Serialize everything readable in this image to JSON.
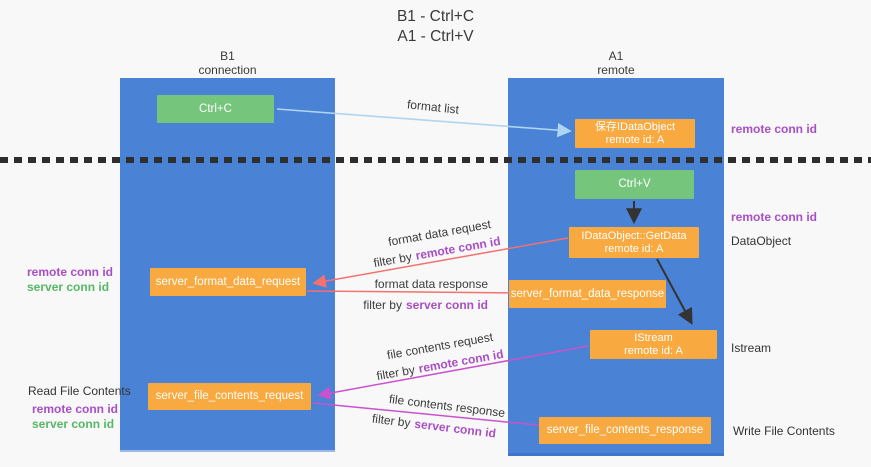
{
  "title": {
    "line1": "B1 - Ctrl+C",
    "line2": "A1 - Ctrl+V"
  },
  "lifelines": {
    "left": {
      "name": "B1",
      "role": "connection"
    },
    "right": {
      "name": "A1",
      "role": "remote"
    }
  },
  "boxes": {
    "ctrl_c": "Ctrl+C",
    "save_idataobject": {
      "line1": "保存IDataObject",
      "line2": "remote id: A"
    },
    "ctrl_v": "Ctrl+V",
    "getdata": {
      "line1": "IDataObject::GetData",
      "line2": "remote id: A"
    },
    "server_format_data_request": "server_format_data_request",
    "server_format_data_response": "server_format_data_response",
    "istream": {
      "line1": "IStream",
      "line2": "remote id: A"
    },
    "server_file_contents_request": "server_file_contents_request",
    "server_file_contents_response": "server_file_contents_response"
  },
  "arrow_labels": {
    "format_list": "format list",
    "format_data_request": "format data request",
    "format_data_response": "format data response",
    "file_contents_request": "file contents request",
    "file_contents_response": "file contents response",
    "filter_by": "filter by",
    "remote_conn_id": "remote conn id",
    "server_conn_id": "server conn id"
  },
  "side_labels": {
    "remote_conn_id": "remote conn id",
    "server_conn_id": "server conn id",
    "dataobject": "DataObject",
    "istream": "Istream",
    "read_file_contents": "Read File Contents",
    "write_file_contents": "Write File Contents"
  },
  "colors": {
    "lifeline_blue": "#4a82d6",
    "box_green": "#76c57c",
    "box_orange": "#f8a93f",
    "arrow_lightblue": "#aed5f2",
    "arrow_red": "#f4716d",
    "arrow_magenta": "#ca52cd",
    "arrow_black": "#333333",
    "label_purple": "#a94fc4",
    "label_green": "#55b865"
  }
}
